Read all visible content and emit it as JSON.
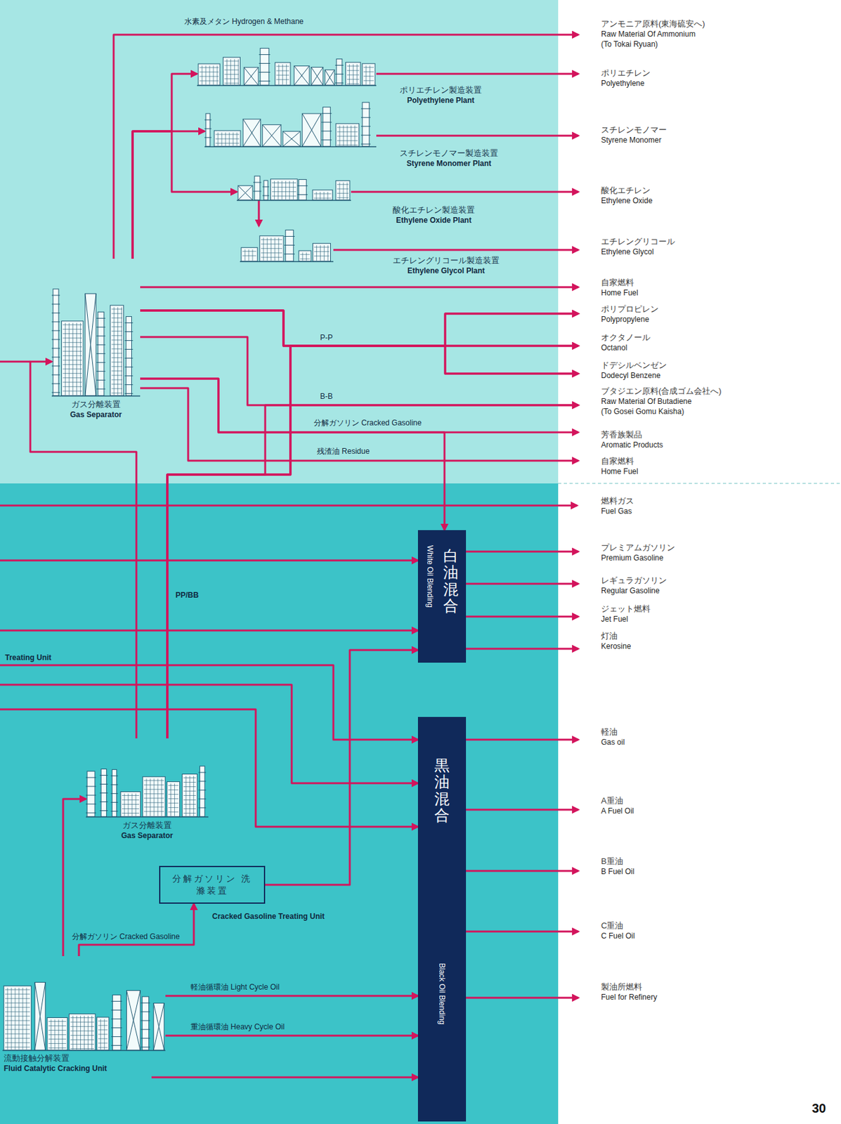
{
  "diagram": {
    "nodes": [
      {
        "text": [
          "ガス分離装置",
          "Gas Separator"
        ]
      },
      {
        "text": [
          "ポリエチレン製造装置",
          "Polyethylene Plant"
        ]
      },
      {
        "text": [
          "スチレンモノマー製造装置",
          "Styrene Monomer Plant"
        ]
      },
      {
        "text": [
          "酸化エチレン製造装置",
          "Ethylene Oxide Plant"
        ]
      },
      {
        "text": [
          "エチレングリコール製造装置",
          "Ethylene Glycol Plant"
        ]
      },
      {
        "text": [
          "白油混合",
          "White Oil Blending"
        ]
      },
      {
        "text": [
          "黒油混合",
          "Black Oil Blending"
        ]
      },
      {
        "text": [
          "ガス分離装置",
          "Gas Separator"
        ]
      },
      {
        "text": [
          "分解ガソリン 洗滌装置",
          "Cracked Gasoline Treating Unit"
        ]
      },
      {
        "text": [
          "流動接触分解装置",
          "Fluid Catalytic Cracking Unit"
        ]
      },
      {
        "text": [
          "アンモニア原料(東海硫安へ)",
          "Raw Material Of Ammonium (To Tokai Ryuan)"
        ]
      },
      {
        "text": [
          "ポリエチレン",
          "Polyethylene"
        ]
      },
      {
        "text": [
          "スチレンモノマー",
          "Styrene Monomer"
        ]
      },
      {
        "text": [
          "酸化エチレン",
          "Ethylene Oxide"
        ]
      },
      {
        "text": [
          "エチレングリコール",
          "Ethylene Glycol"
        ]
      },
      {
        "text": [
          "自家燃料",
          "Home Fuel"
        ]
      },
      {
        "text": [
          "ポリプロピレン",
          "Polypropylene"
        ]
      },
      {
        "text": [
          "オクタノール",
          "Octanol"
        ]
      },
      {
        "text": [
          "ドデシルベンゼン",
          "Dodecyl Benzene"
        ]
      },
      {
        "text": [
          "ブタジエン原料(合成ゴム会社へ)",
          "Raw Material Of Butadiene (To Gosei Gomu Kaisha)"
        ]
      },
      {
        "text": [
          "芳香族製品",
          "Aromatic Products"
        ]
      },
      {
        "text": [
          "自家燃料",
          "Home Fuel"
        ]
      },
      {
        "text": [
          "燃料ガス",
          "Fuel Gas"
        ]
      },
      {
        "text": [
          "プレミアムガソリン",
          "Premium Gasoline"
        ]
      },
      {
        "text": [
          "レギュラガソリン",
          "Regular Gasoline"
        ]
      },
      {
        "text": [
          "ジェット燃料",
          "Jet Fuel"
        ]
      },
      {
        "text": [
          "灯油",
          "Kerosine"
        ]
      },
      {
        "text": [
          "軽油",
          "Gas oil"
        ]
      },
      {
        "text": [
          "A重油",
          "A Fuel Oil"
        ]
      },
      {
        "text": [
          "B重油",
          "B Fuel Oil"
        ]
      },
      {
        "text": [
          "C重油",
          "C Fuel Oil"
        ]
      },
      {
        "text": [
          "製油所燃料",
          "Fuel for Refinery"
        ]
      }
    ],
    "edges": [
      {
        "from": 0,
        "to": 10,
        "arrow": "to",
        "label": "水素及メタン Hydrogen & Methane"
      },
      {
        "from": 0,
        "to": 1,
        "arrow": "to"
      },
      {
        "from": 0,
        "to": 2,
        "arrow": "to"
      },
      {
        "from": 0,
        "to": 3,
        "arrow": "to"
      },
      {
        "from": 1,
        "to": 11,
        "arrow": "to"
      },
      {
        "from": 2,
        "to": 12,
        "arrow": "to"
      },
      {
        "from": 3,
        "to": 13,
        "arrow": "to"
      },
      {
        "from": 3,
        "to": 4,
        "arrow": "to"
      },
      {
        "from": 4,
        "to": 14,
        "arrow": "to"
      },
      {
        "from": 0,
        "to": 15,
        "arrow": "to"
      },
      {
        "from": 0,
        "to": 16,
        "arrow": "to",
        "label": "P-P"
      },
      {
        "from": 0,
        "to": 17,
        "arrow": "to"
      },
      {
        "from": 0,
        "to": 18,
        "arrow": "to"
      },
      {
        "from": 0,
        "to": 19,
        "arrow": "to",
        "label": "B-B"
      },
      {
        "from": 0,
        "to": 20,
        "arrow": "to",
        "label": "分解ガソリン Cracked Gasoline"
      },
      {
        "from": 0,
        "to": 5,
        "arrow": "to"
      },
      {
        "from": 0,
        "to": 21,
        "arrow": "to",
        "label": "残渣油 Residue"
      },
      {
        "from": 7,
        "to": 0,
        "arrow": "to"
      },
      {
        "from": 7,
        "to": 16,
        "arrow": "to"
      },
      {
        "from": 7,
        "to": 17,
        "arrow": "to"
      },
      {
        "from": 7,
        "to": 18,
        "arrow": "to"
      },
      {
        "from": 7,
        "to": 19,
        "arrow": "to"
      },
      {
        "from": 5,
        "to": 23,
        "arrow": "to"
      },
      {
        "from": 5,
        "to": 24,
        "arrow": "to"
      },
      {
        "from": 5,
        "to": 25,
        "arrow": "to"
      },
      {
        "from": 5,
        "to": 26,
        "arrow": "to"
      },
      {
        "from": 6,
        "to": 27,
        "arrow": "to"
      },
      {
        "from": 6,
        "to": 28,
        "arrow": "to"
      },
      {
        "from": 6,
        "to": 29,
        "arrow": "to"
      },
      {
        "from": 6,
        "to": 30,
        "arrow": "to"
      },
      {
        "from": 6,
        "to": 31,
        "arrow": "to"
      },
      {
        "from": 8,
        "to": 5,
        "arrow": "to"
      },
      {
        "from": 9,
        "to": 7,
        "arrow": "to"
      },
      {
        "from": 9,
        "to": 8,
        "arrow": "to",
        "label": "分解ガソリン Cracked Gasoline"
      },
      {
        "from": 9,
        "to": 6,
        "arrow": "to",
        "label": "軽油循環油 Light Cycle Oil"
      },
      {
        "from": 9,
        "to": 6,
        "arrow": "to",
        "label": "重油循環油 Heavy Cycle Oil"
      }
    ],
    "labels": [
      "PP/BB",
      "Treating Unit",
      "30"
    ]
  }
}
